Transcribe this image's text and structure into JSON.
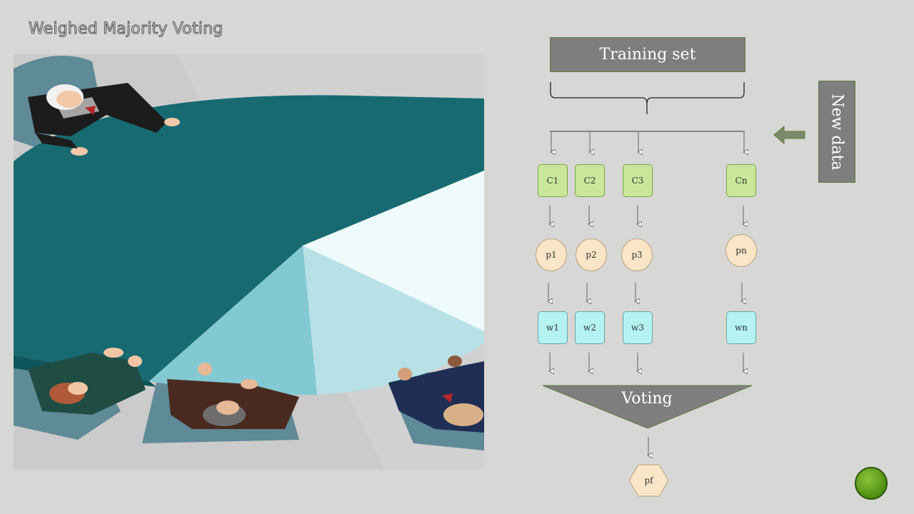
{
  "title": "Weighed Majority Voting",
  "training_set_label": "Training set",
  "new_data_label": "New data",
  "voting_label": "Voting",
  "classifiers": [
    "C1",
    "C2",
    "C3",
    "Cn"
  ],
  "predictions": [
    "p1",
    "p2",
    "p3",
    "pn"
  ],
  "weights": [
    "w1",
    "w2",
    "w3",
    "wn"
  ],
  "final_prediction": "pf",
  "colors": {
    "background": "#d7d7d5",
    "gray_box": "#7e7e7e",
    "classifier_fill": "#c9e79a",
    "prediction_fill": "#fae6c6",
    "weight_fill": "#b5f3f3",
    "table_teal": "#186a72",
    "accent_green": "#5e7d3a"
  }
}
